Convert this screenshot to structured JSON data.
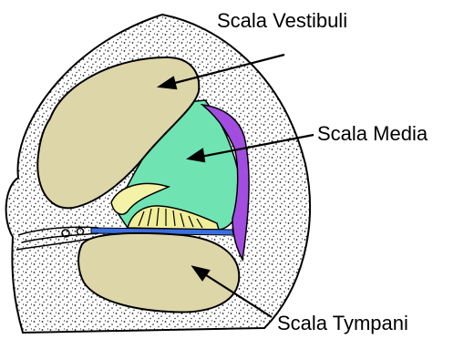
{
  "labels": {
    "scala_vestibuli": "Scala Vestibuli",
    "scala_media": "Scala Media",
    "scala_tympani": "Scala Tympani"
  },
  "colors": {
    "bone": "#ffffff",
    "stipple": "#1a1a1a",
    "scala_vestibuli": "#ddd6a8",
    "scala_tympani": "#ddd6a8",
    "scala_media": "#6fe4b2",
    "stria_vascularis": "#a24de0",
    "basilar_membrane": "#3a6fe0",
    "tectorial_membrane": "#f4f2a6",
    "organ_of_corti": "#f1ee9a",
    "outline": "#000000"
  }
}
